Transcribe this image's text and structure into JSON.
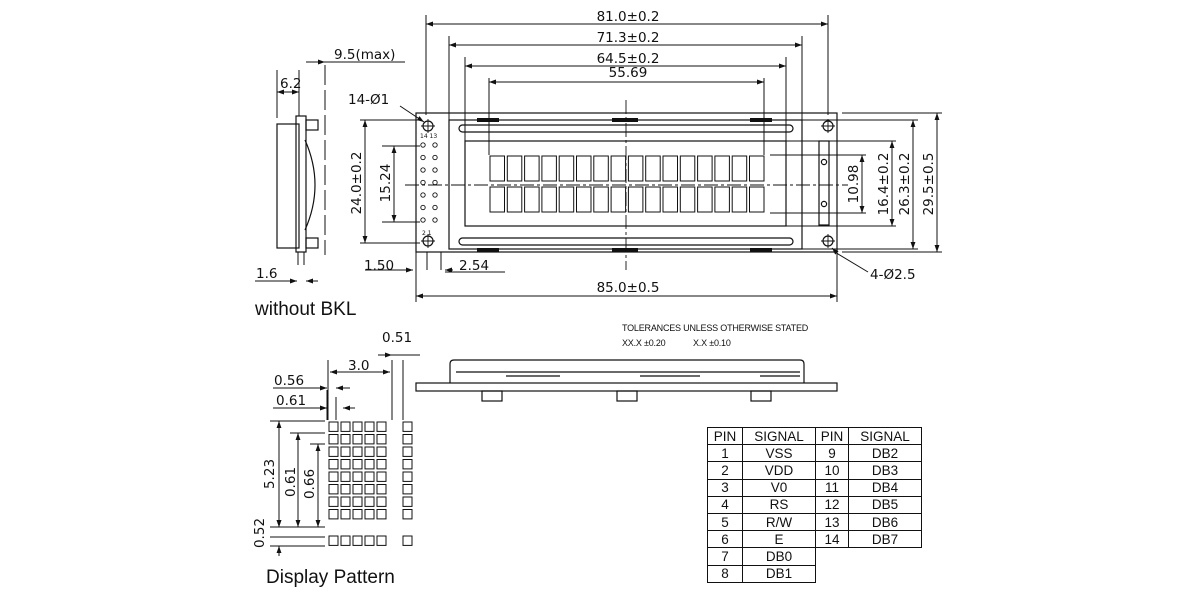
{
  "dimensions": {
    "overall_width": "81.0±0.2",
    "bezel_width": "71.3±0.2",
    "view_area_width": "64.5±0.2",
    "char_area_width": "55.69",
    "module_thickness_max": "9.5(max)",
    "bezel_depth": "6.2",
    "mount_holes": "14-Ø1",
    "pin_row_height": "24.0±0.2",
    "pin_span": "15.24",
    "left_offset": "1.50",
    "pin_pitch": "2.54",
    "pcb_width": "85.0±0.5",
    "corner_holes": "4-Ø2.5",
    "char_area_height": "10.98",
    "view_area_height": "16.4±0.2",
    "bezel_height": "26.3±0.2",
    "pcb_height": "29.5±0.5",
    "pcb_thickness": "1.6"
  },
  "pattern_dims": {
    "char_pitch": "3.0",
    "gap": "0.51",
    "dot_width": "0.56",
    "dot_pitch_x": "0.61",
    "char_height": "5.23",
    "dot_pitch_y": "0.61",
    "dot_height": "0.66",
    "cursor_gap": "0.52"
  },
  "captions": {
    "side_view": "without BKL",
    "pattern": "Display Pattern"
  },
  "tolerance": {
    "title": "TOLERANCES UNLESS OTHERWISE STATED",
    "xxx": "XX.X  ±0.20",
    "xx": "X.X ±0.10"
  },
  "pin_labels": {
    "top": "14  13",
    "bottom": "2  1"
  },
  "pin_table": {
    "header": [
      "PIN",
      "SIGNAL",
      "PIN",
      "SIGNAL"
    ],
    "left": [
      {
        "pin": "1",
        "signal": "VSS"
      },
      {
        "pin": "2",
        "signal": "VDD"
      },
      {
        "pin": "3",
        "signal": "V0"
      },
      {
        "pin": "4",
        "signal": "RS"
      },
      {
        "pin": "5",
        "signal": "R/W"
      },
      {
        "pin": "6",
        "signal": "E"
      },
      {
        "pin": "7",
        "signal": "DB0"
      },
      {
        "pin": "8",
        "signal": "DB1"
      }
    ],
    "right": [
      {
        "pin": "9",
        "signal": "DB2"
      },
      {
        "pin": "10",
        "signal": "DB3"
      },
      {
        "pin": "11",
        "signal": "DB4"
      },
      {
        "pin": "12",
        "signal": "DB5"
      },
      {
        "pin": "13",
        "signal": "DB6"
      },
      {
        "pin": "14",
        "signal": "DB7"
      }
    ]
  }
}
